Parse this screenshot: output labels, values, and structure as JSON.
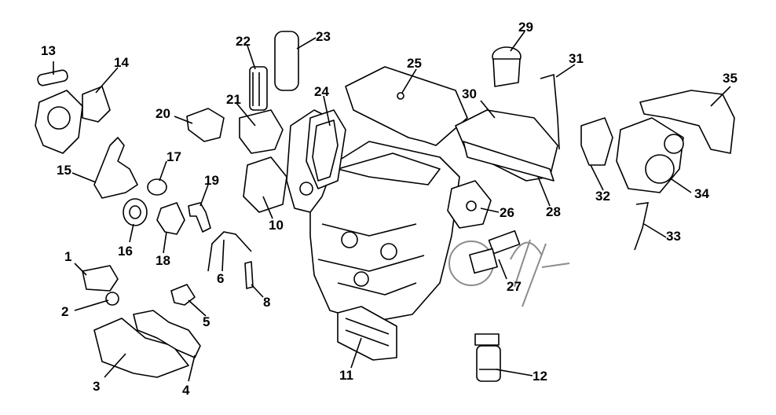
{
  "diagram": {
    "colors": {
      "line": "#000000",
      "background": "#ffffff"
    },
    "callouts": [
      "1",
      "2",
      "3",
      "4",
      "5",
      "6",
      "8",
      "10",
      "11",
      "12",
      "13",
      "14",
      "15",
      "16",
      "17",
      "18",
      "19",
      "20",
      "21",
      "22",
      "23",
      "24",
      "25",
      "26",
      "27",
      "28",
      "29",
      "30",
      "31",
      "32",
      "33",
      "34",
      "35"
    ],
    "watermark_text": "OSft"
  }
}
